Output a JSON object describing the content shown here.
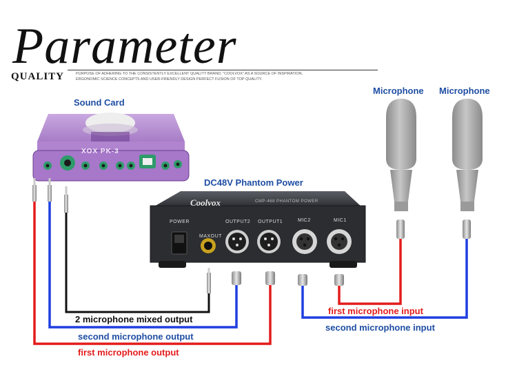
{
  "header": {
    "title": "Parameter",
    "quality": "QUALITY",
    "desc_line1": "PURPOSE OF ADHERING TO THE CONSISTENTLY EXCELLENT QUALITY BRAND, \"COOLVOX\" AS A SOURCE OF INSPIRATION,",
    "desc_line2": "ERGONOMIC SCIENCE CONCEPTS AND USER-FRIENDLY DESIGN PERFECT FUSION OF TOP QUALITY."
  },
  "labels": {
    "sound_card": "Sound Card",
    "phantom_power": "DC48V Phantom Power",
    "microphone_1": "Microphone",
    "microphone_2": "Microphone",
    "mixed_output": "2 microphone mixed output",
    "second_mic_output": "second microphone output",
    "first_mic_output": "first microphone output",
    "first_mic_input": "first microphone input",
    "second_mic_input": "second microphone input"
  },
  "sound_card": {
    "model": "XOX PK-3"
  },
  "phantom_box": {
    "brand": "Coolvox",
    "model": "CMP-468 PHANTOM POWER",
    "power": "POWER",
    "maxout": "MAXOUT",
    "output2": "OUTPUT2",
    "output1": "OUTPUT1",
    "mic2": "MIC2",
    "mic1": "MIC1"
  },
  "colors": {
    "red": "#e41b1b",
    "blue": "#1f3fe0",
    "black": "#111111",
    "label_blue": "#1f4ea3",
    "sound_card": "#9c6bbd"
  }
}
